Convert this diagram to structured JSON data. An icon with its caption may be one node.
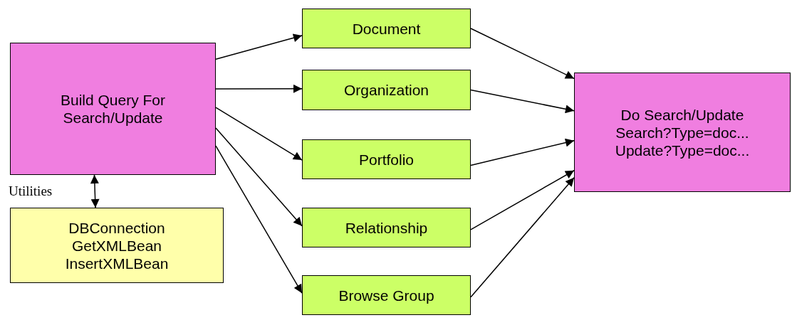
{
  "diagram": {
    "nodes": [
      {
        "text": [
          "Build Query For Search/Update"
        ]
      },
      {
        "text": [
          "Document"
        ]
      },
      {
        "text": [
          "Organization"
        ]
      },
      {
        "text": [
          "Portfolio"
        ]
      },
      {
        "text": [
          "Relationship"
        ]
      },
      {
        "text": [
          "Browse Group"
        ]
      },
      {
        "text": [
          "Do Search/Update",
          "Search?Type=doc...",
          "Update?Type=doc..."
        ]
      },
      {
        "text": [
          "DBConnection",
          "GetXMLBean",
          "InsertXMLBean"
        ]
      }
    ],
    "edges": [
      {
        "from": 0,
        "to": 1,
        "arrow": "to"
      },
      {
        "from": 0,
        "to": 2,
        "arrow": "to"
      },
      {
        "from": 0,
        "to": 3,
        "arrow": "to"
      },
      {
        "from": 0,
        "to": 4,
        "arrow": "to"
      },
      {
        "from": 0,
        "to": 5,
        "arrow": "to"
      },
      {
        "from": 1,
        "to": 6,
        "arrow": "to"
      },
      {
        "from": 2,
        "to": 6,
        "arrow": "to"
      },
      {
        "from": 3,
        "to": 6,
        "arrow": "to"
      },
      {
        "from": 4,
        "to": 6,
        "arrow": "to"
      },
      {
        "from": 5,
        "to": 6,
        "arrow": "to"
      },
      {
        "from": 0,
        "to": 7,
        "arrow": "both"
      }
    ],
    "labels": [
      "Utilities"
    ]
  }
}
